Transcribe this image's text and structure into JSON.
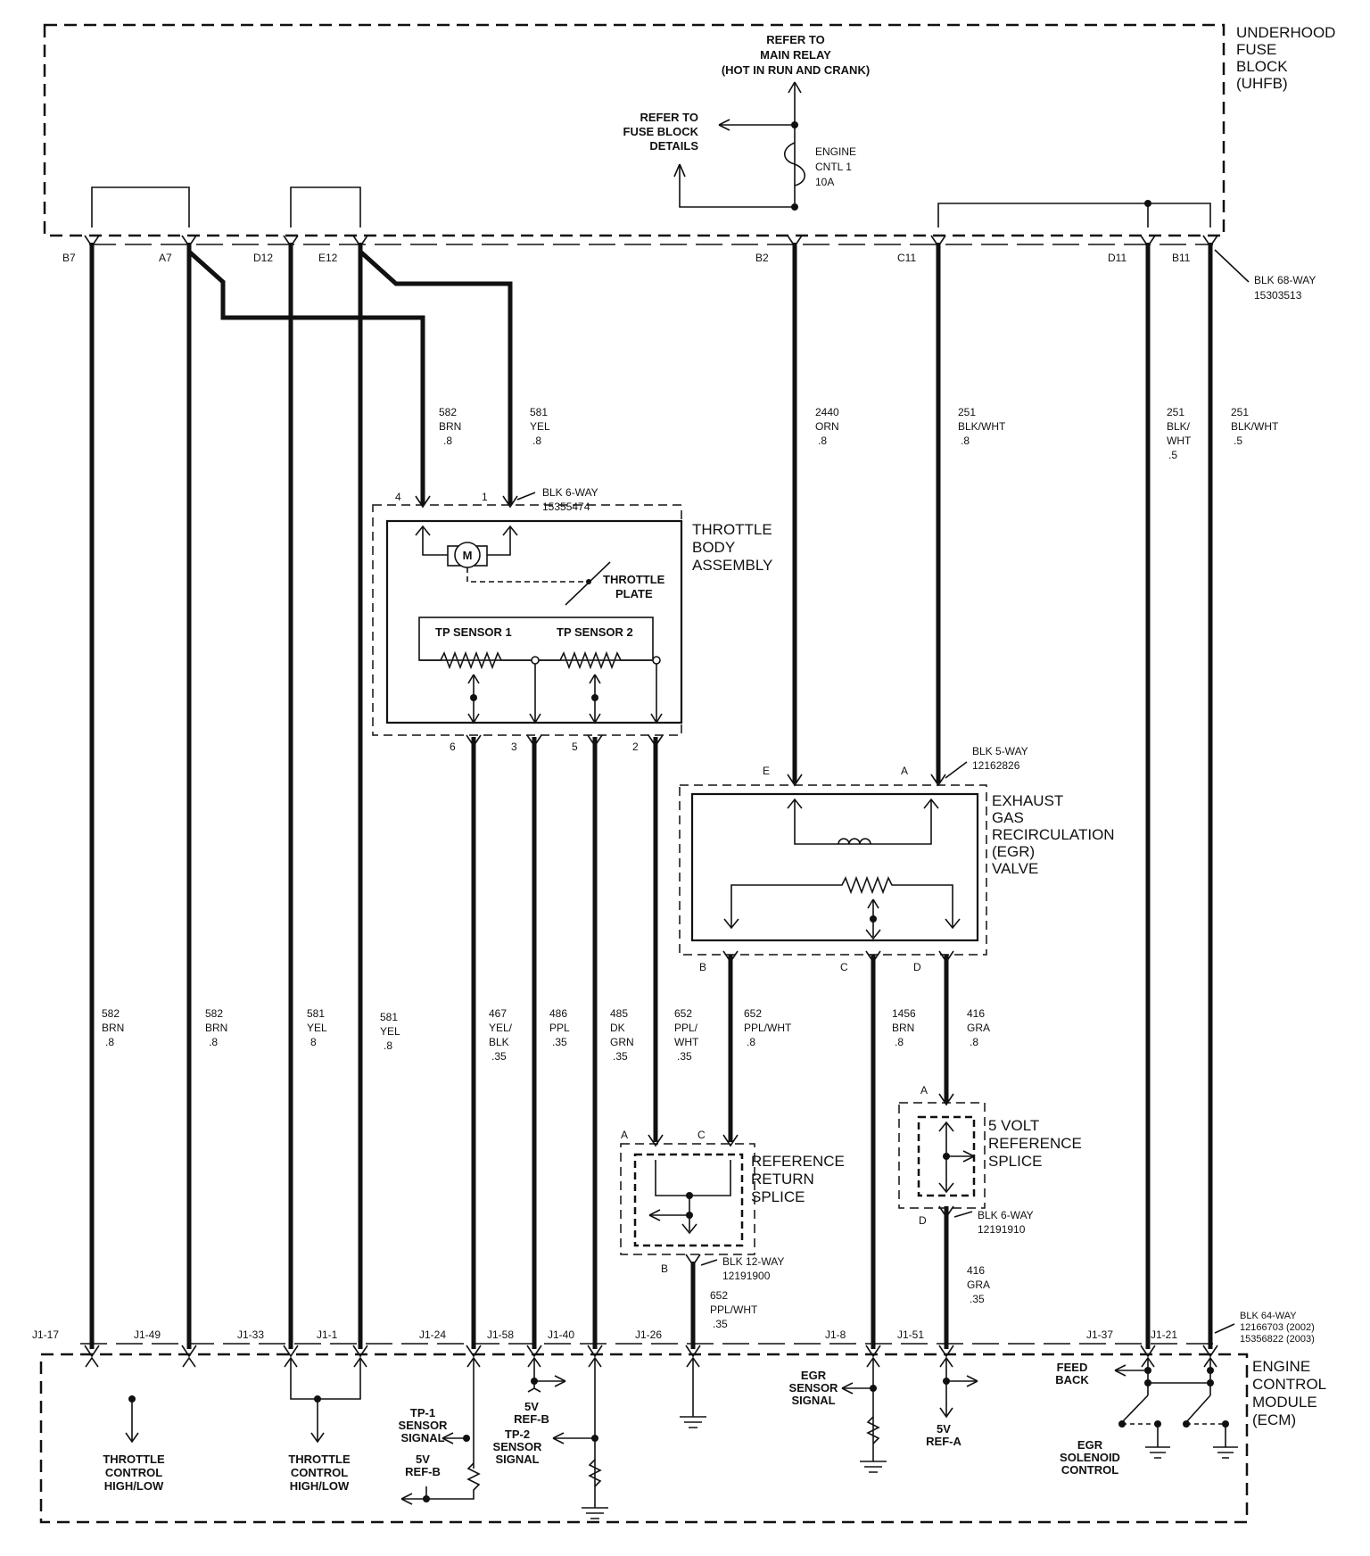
{
  "fuse_block": {
    "title": [
      "UNDERHOOD",
      "FUSE",
      "BLOCK",
      "(UHFB)"
    ],
    "relay_ref": [
      "REFER TO",
      "MAIN RELAY",
      "(HOT IN RUN AND CRANK)"
    ],
    "fuse_block_ref": [
      "REFER TO",
      "FUSE BLOCK",
      "DETAILS"
    ],
    "fuse": [
      "ENGINE",
      "CNTL 1",
      "10A"
    ],
    "connector": [
      "BLK 68-WAY",
      "15303513"
    ],
    "pins": [
      "B7",
      "A7",
      "D12",
      "E12",
      "B2",
      "C11",
      "D11",
      "B11"
    ]
  },
  "upper_wires": {
    "w582": [
      "582",
      "BRN",
      ".8"
    ],
    "w581": [
      "581",
      "YEL",
      ".8"
    ],
    "w2440": [
      "2440",
      "ORN",
      ".8"
    ],
    "w251a": [
      "251",
      "BLK/WHT",
      ".8"
    ],
    "w251b": [
      "251",
      "BLK/",
      "WHT",
      ".5"
    ],
    "w251c": [
      "251",
      "BLK/WHT",
      ".5"
    ]
  },
  "throttle_body": {
    "title": [
      "THROTTLE",
      "BODY",
      "ASSEMBLY"
    ],
    "connector": [
      "BLK 6-WAY",
      "15355474"
    ],
    "motor": "M",
    "plate": [
      "THROTTLE",
      "PLATE"
    ],
    "sensor1": "TP SENSOR 1",
    "sensor2": "TP SENSOR 2",
    "top_pins": [
      "4",
      "1"
    ],
    "bottom_pins": [
      "6",
      "3",
      "5",
      "2"
    ]
  },
  "egr_valve": {
    "title": [
      "EXHAUST",
      "GAS",
      "RECIRCULATION",
      "(EGR)",
      "VALVE"
    ],
    "connector": [
      "BLK 5-WAY",
      "12162826"
    ],
    "top_pins": [
      "E",
      "A"
    ],
    "bottom_pins": [
      "B",
      "C",
      "D"
    ]
  },
  "lower_wires": {
    "left582a": [
      "582",
      "BRN",
      ".8"
    ],
    "left582b": [
      "582",
      "BRN",
      ".8"
    ],
    "left581a": [
      "581",
      "YEL",
      "8"
    ],
    "left581b": [
      "581",
      "YEL",
      ".8"
    ],
    "w467": [
      "467",
      "YEL/",
      "BLK",
      ".35"
    ],
    "w486": [
      "486",
      "PPL",
      ".35"
    ],
    "w485": [
      "485",
      "DK",
      "GRN",
      ".35"
    ],
    "w652a": [
      "652",
      "PPL/",
      "WHT",
      ".35"
    ],
    "w652b": [
      "652",
      "PPL/WHT",
      ".8"
    ],
    "w1456": [
      "1456",
      "BRN",
      ".8"
    ],
    "w416": [
      "416",
      "GRA",
      ".8"
    ],
    "w416b": [
      "416",
      "GRA",
      ".35"
    ],
    "w652c": [
      "652",
      "PPL/WHT",
      ".35"
    ]
  },
  "ref_return_splice": {
    "title": [
      "REFERENCE",
      "RETURN",
      "SPLICE"
    ],
    "pins": [
      "A",
      "C",
      "B"
    ],
    "connector": [
      "BLK 12-WAY",
      "12191900"
    ]
  },
  "five_volt_splice": {
    "title": [
      "5 VOLT",
      "REFERENCE",
      "SPLICE"
    ],
    "pins": [
      "A",
      "D"
    ],
    "connector": [
      "BLK 6-WAY",
      "12191910"
    ]
  },
  "ecm": {
    "title": [
      "ENGINE",
      "CONTROL",
      "MODULE",
      "(ECM)"
    ],
    "connector": [
      "BLK 64-WAY",
      "12166703 (2002)",
      "15356822 (2003)"
    ],
    "pins": [
      "J1-17",
      "J1-49",
      "J1-33",
      "J1-1",
      "J1-24",
      "J1-58",
      "J1-40",
      "J1-26",
      "J1-8",
      "J1-51",
      "J1-37",
      "J1-21"
    ],
    "throttle1": [
      "THROTTLE",
      "CONTROL",
      "HIGH/LOW"
    ],
    "throttle2": [
      "THROTTLE",
      "CONTROL",
      "HIGH/LOW"
    ],
    "tp1": [
      "TP-1",
      "SENSOR",
      "SIGNAL"
    ],
    "ref_b1": [
      "5V",
      "REF-B"
    ],
    "ref_b2": [
      "5V",
      "REF-B"
    ],
    "tp2": [
      "TP-2",
      "SENSOR",
      "SIGNAL"
    ],
    "egr_signal": [
      "EGR",
      "SENSOR",
      "SIGNAL"
    ],
    "ref_a": [
      "5V",
      "REF-A"
    ],
    "feedback": [
      "FEED",
      "BACK"
    ],
    "egr_control": [
      "EGR",
      "SOLENOID",
      "CONTROL"
    ]
  }
}
